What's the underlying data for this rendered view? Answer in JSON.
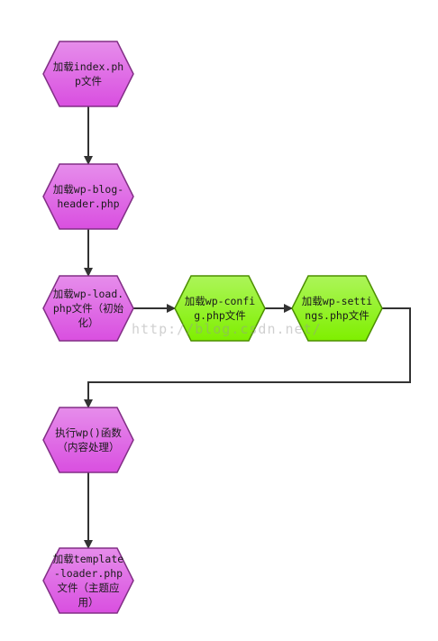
{
  "diagram": {
    "nodes": [
      {
        "id": "n1",
        "text": "加载index.php文件",
        "color": "#d94fe0"
      },
      {
        "id": "n2",
        "text": "加载wp-blog-header.php",
        "color": "#d94fe0"
      },
      {
        "id": "n3",
        "text": "加载wp-load.php文件（初始化）",
        "color": "#d94fe0"
      },
      {
        "id": "n4",
        "text": "加载wp-config.php文件",
        "color": "#7fef00"
      },
      {
        "id": "n5",
        "text": "加载wp-settings.php文件",
        "color": "#7fef00"
      },
      {
        "id": "n6",
        "text": "执行wp()函数（内容处理）",
        "color": "#d94fe0"
      },
      {
        "id": "n7",
        "text": "加载template-loader.php文件（主题应用）",
        "color": "#d94fe0"
      }
    ],
    "edges": [
      {
        "from": "n1",
        "to": "n2"
      },
      {
        "from": "n2",
        "to": "n3"
      },
      {
        "from": "n3",
        "to": "n4"
      },
      {
        "from": "n4",
        "to": "n5"
      },
      {
        "from": "n5",
        "to": "n6"
      },
      {
        "from": "n6",
        "to": "n7"
      }
    ],
    "watermark": "http://blog.csdn.net/"
  }
}
